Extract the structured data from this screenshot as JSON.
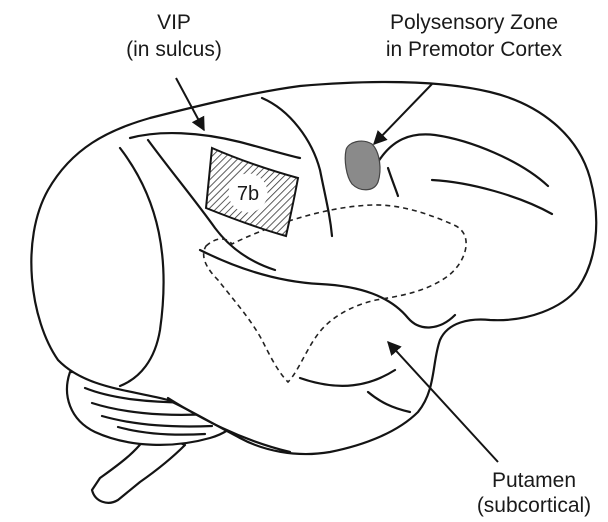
{
  "labels": {
    "vip_line1": "VIP",
    "vip_line2": "(in sulcus)",
    "poly_line1": "Polysensory Zone",
    "poly_line2": "in Premotor Cortex",
    "area_7b": "7b",
    "putamen_line1": "Putamen",
    "putamen_line2": "(subcortical)"
  },
  "colors": {
    "line": "#141414",
    "polysensory_fill": "#8a8a8a",
    "background": "#ffffff"
  }
}
